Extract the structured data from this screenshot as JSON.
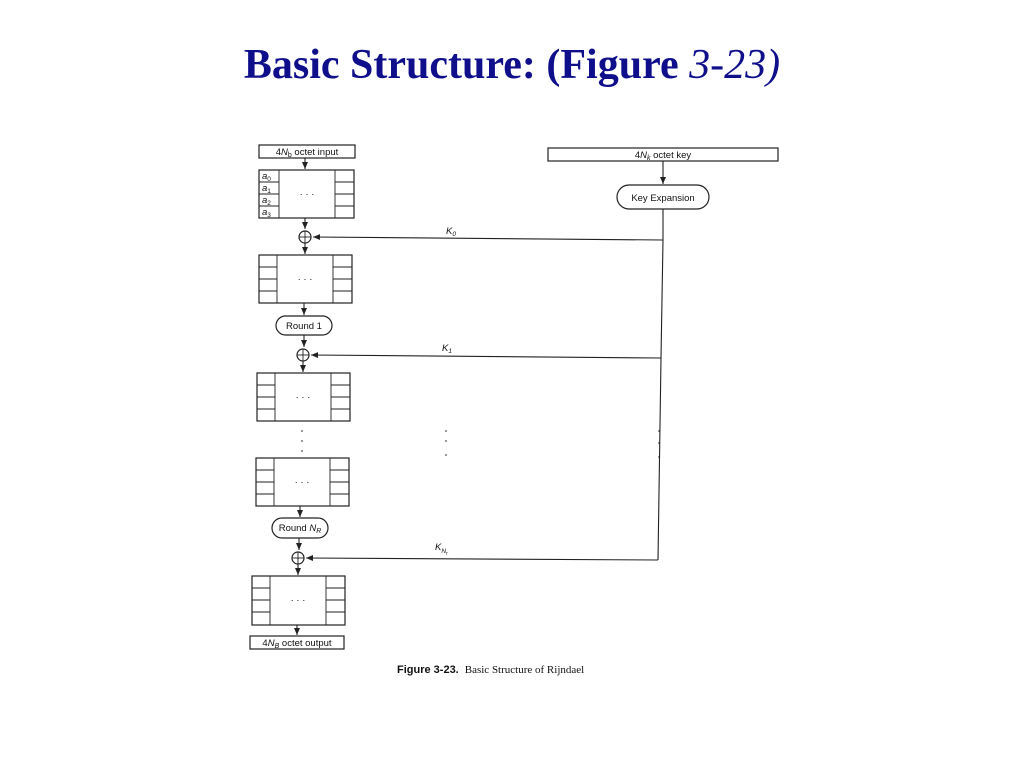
{
  "slide": {
    "title_main": "Basic Structure: (Figure ",
    "title_num": "3-23)"
  },
  "figure": {
    "input": {
      "prefix": "4",
      "var": "N",
      "sub": "b",
      "suffix": " octet input"
    },
    "key": {
      "prefix": "4",
      "var": "N",
      "sub": "k",
      "suffix": " octet key"
    },
    "output": {
      "prefix": "4",
      "var": "N",
      "sub": "B",
      "suffix": " octet output"
    },
    "key_expansion": "Key Expansion",
    "state_rows": [
      {
        "var": "a",
        "sub": "0"
      },
      {
        "var": "a",
        "sub": "1"
      },
      {
        "var": "a",
        "sub": "2"
      },
      {
        "var": "a",
        "sub": "3"
      }
    ],
    "ellipsis": "· · ·",
    "round1": "Round 1",
    "round_nr": {
      "prefix": "Round ",
      "var": "N",
      "sub": "R"
    },
    "xor_symbol": "⊕",
    "k0": {
      "var": "K",
      "sub": "0"
    },
    "k1": {
      "var": "K",
      "sub": "1"
    },
    "knr": {
      "var": "K",
      "sub": "N",
      "subsub": "r"
    },
    "caption_bold": "Figure 3-23.",
    "caption_text": "Basic Structure of Rijndael"
  },
  "colors": {
    "title": "#0f0f8c",
    "ink": "#222222"
  }
}
